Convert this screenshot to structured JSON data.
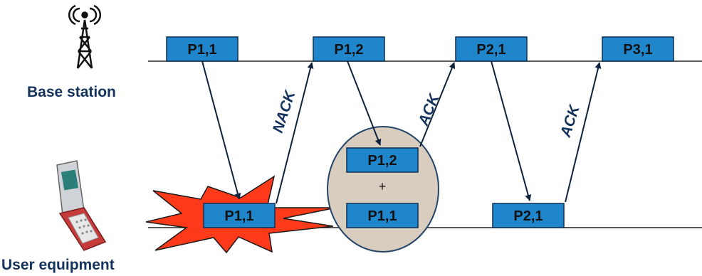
{
  "labels": {
    "base_station": "Base station",
    "user_equipment": "User equipment"
  },
  "base_packets": [
    "P1,1",
    "P1,2",
    "P2,1",
    "P3,1"
  ],
  "ue_packets": {
    "collided": "P1,1",
    "combined_top": "P1,2",
    "combined_bottom": "P1,1",
    "combine_symbol": "+",
    "last": "P2,1"
  },
  "feedback": {
    "nack": "NACK",
    "ack_1": "ACK",
    "ack_2": "ACK"
  },
  "colors": {
    "packet": "#1f86cc",
    "explosion": "#ff3a1a",
    "ellipse": "#d9cdbf",
    "text_label": "#13325c"
  }
}
